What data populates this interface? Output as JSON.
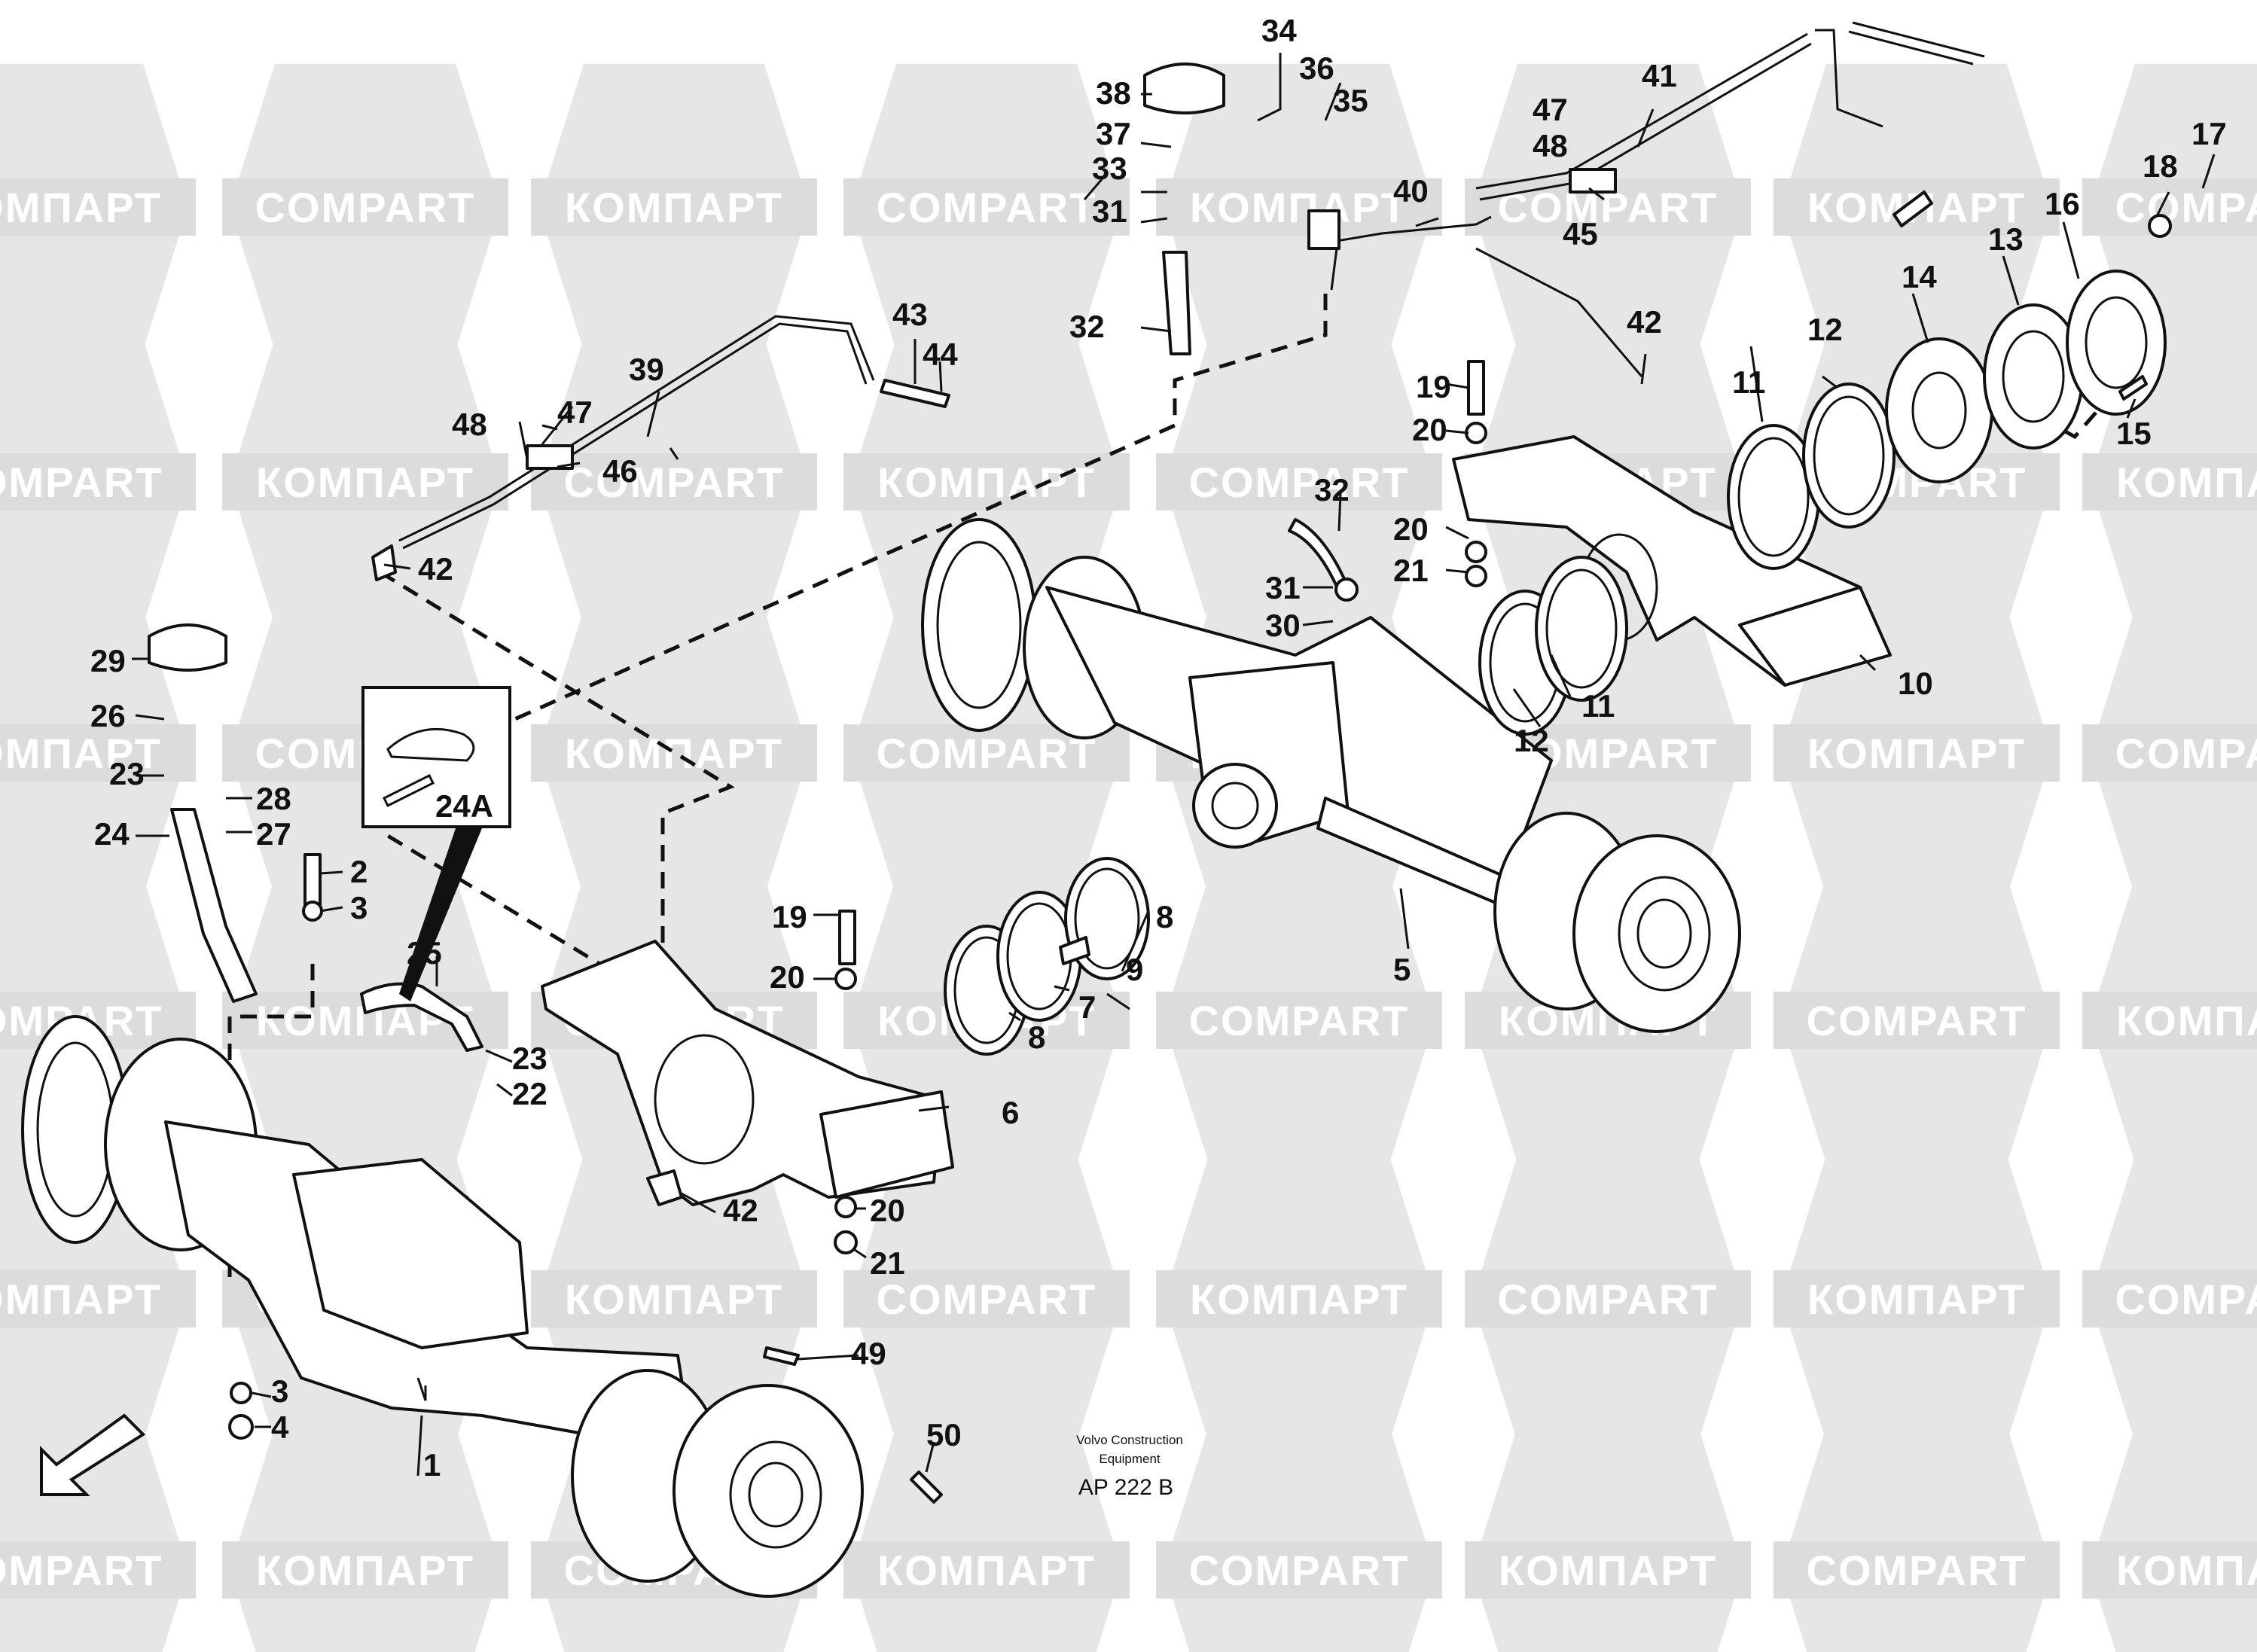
{
  "watermark": {
    "latin": "COMPART",
    "cyrillic": "КОМПАРТ"
  },
  "callouts": [
    {
      "id": "c1",
      "label": "1"
    },
    {
      "id": "c2",
      "label": "2"
    },
    {
      "id": "c3a",
      "label": "3"
    },
    {
      "id": "c3b",
      "label": "3"
    },
    {
      "id": "c4",
      "label": "4"
    },
    {
      "id": "c5",
      "label": "5"
    },
    {
      "id": "c6",
      "label": "6"
    },
    {
      "id": "c7",
      "label": "7"
    },
    {
      "id": "c8a",
      "label": "8"
    },
    {
      "id": "c8b",
      "label": "8"
    },
    {
      "id": "c9",
      "label": "9"
    },
    {
      "id": "c10",
      "label": "10"
    },
    {
      "id": "c11a",
      "label": "11"
    },
    {
      "id": "c11b",
      "label": "11"
    },
    {
      "id": "c12a",
      "label": "12"
    },
    {
      "id": "c12b",
      "label": "12"
    },
    {
      "id": "c13",
      "label": "13"
    },
    {
      "id": "c14",
      "label": "14"
    },
    {
      "id": "c15",
      "label": "15"
    },
    {
      "id": "c16",
      "label": "16"
    },
    {
      "id": "c17",
      "label": "17"
    },
    {
      "id": "c18",
      "label": "18"
    },
    {
      "id": "c19a",
      "label": "19"
    },
    {
      "id": "c19b",
      "label": "19"
    },
    {
      "id": "c20a",
      "label": "20"
    },
    {
      "id": "c20b",
      "label": "20"
    },
    {
      "id": "c20c",
      "label": "20"
    },
    {
      "id": "c20d",
      "label": "20"
    },
    {
      "id": "c21a",
      "label": "21"
    },
    {
      "id": "c21b",
      "label": "21"
    },
    {
      "id": "c22",
      "label": "22"
    },
    {
      "id": "c23a",
      "label": "23"
    },
    {
      "id": "c23b",
      "label": "23"
    },
    {
      "id": "c24",
      "label": "24"
    },
    {
      "id": "c24a",
      "label": "24A"
    },
    {
      "id": "c25",
      "label": "25"
    },
    {
      "id": "c26",
      "label": "26"
    },
    {
      "id": "c27",
      "label": "27"
    },
    {
      "id": "c28",
      "label": "28"
    },
    {
      "id": "c29",
      "label": "29"
    },
    {
      "id": "c30",
      "label": "30"
    },
    {
      "id": "c31a",
      "label": "31"
    },
    {
      "id": "c31b",
      "label": "31"
    },
    {
      "id": "c32a",
      "label": "32"
    },
    {
      "id": "c32b",
      "label": "32"
    },
    {
      "id": "c33",
      "label": "33"
    },
    {
      "id": "c34",
      "label": "34"
    },
    {
      "id": "c35",
      "label": "35"
    },
    {
      "id": "c36",
      "label": "36"
    },
    {
      "id": "c37",
      "label": "37"
    },
    {
      "id": "c38",
      "label": "38"
    },
    {
      "id": "c39",
      "label": "39"
    },
    {
      "id": "c40",
      "label": "40"
    },
    {
      "id": "c41",
      "label": "41"
    },
    {
      "id": "c42a",
      "label": "42"
    },
    {
      "id": "c42b",
      "label": "42"
    },
    {
      "id": "c42c",
      "label": "42"
    },
    {
      "id": "c43",
      "label": "43"
    },
    {
      "id": "c44",
      "label": "44"
    },
    {
      "id": "c45",
      "label": "45"
    },
    {
      "id": "c46",
      "label": "46"
    },
    {
      "id": "c47a",
      "label": "47"
    },
    {
      "id": "c47b",
      "label": "47"
    },
    {
      "id": "c48a",
      "label": "48"
    },
    {
      "id": "c48b",
      "label": "48"
    },
    {
      "id": "c49",
      "label": "49"
    },
    {
      "id": "c50",
      "label": "50"
    }
  ],
  "caption": {
    "line1": "Volvo Construction",
    "line2": "Equipment",
    "code": "AP 222 B"
  }
}
